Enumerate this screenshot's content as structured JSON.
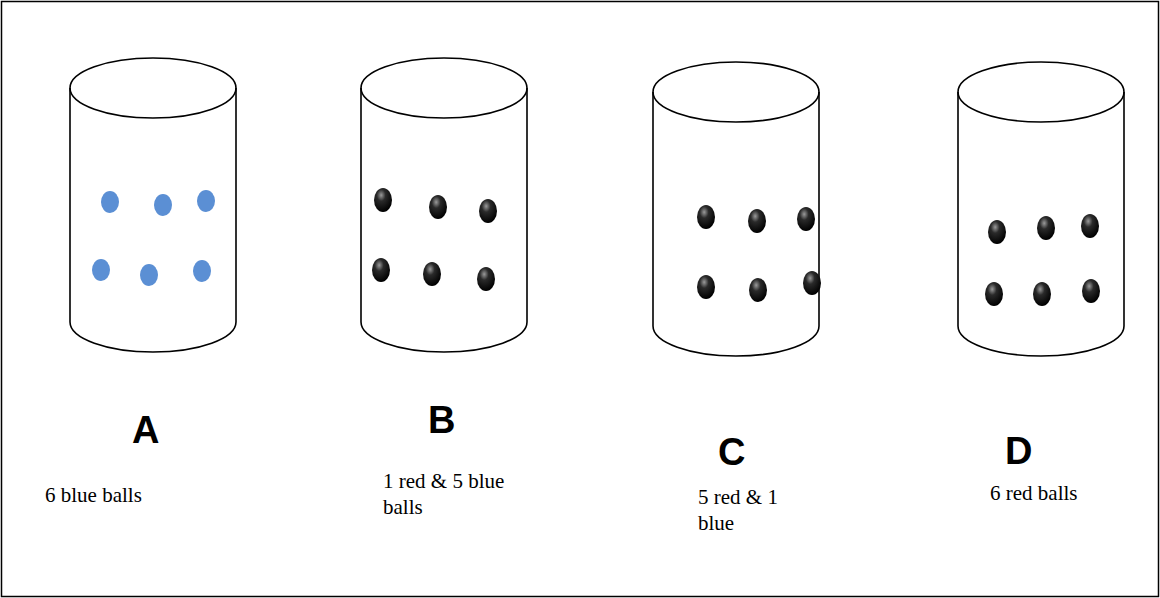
{
  "diagram": {
    "labels": [
      "A",
      "6 blue balls",
      "B",
      "1 red & 5 blue balls",
      "C",
      "5 red & 1 blue",
      "D",
      "6 red balls"
    ]
  }
}
